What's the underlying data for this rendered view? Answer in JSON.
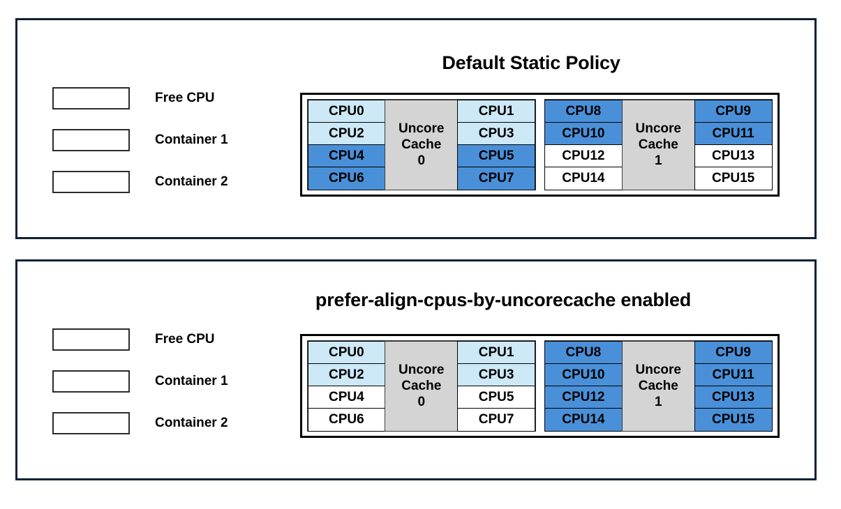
{
  "legend": {
    "items": [
      {
        "label": "Free CPU",
        "style": "free",
        "color": "#ffffff"
      },
      {
        "label": "Container 1",
        "style": "c1",
        "color": "#cde8f6"
      },
      {
        "label": "Container 2",
        "style": "c2",
        "color": "#4a90d9"
      }
    ]
  },
  "panels": [
    {
      "id": "panel-top",
      "title": "Default Static Policy",
      "groups": [
        {
          "uncore": {
            "line1": "Uncore",
            "line2": "Cache",
            "line3": "0"
          },
          "left_column": [
            {
              "label": "CPU0",
              "style": "c1"
            },
            {
              "label": "CPU2",
              "style": "c1"
            },
            {
              "label": "CPU4",
              "style": "c2"
            },
            {
              "label": "CPU6",
              "style": "c2"
            }
          ],
          "right_column": [
            {
              "label": "CPU1",
              "style": "c1"
            },
            {
              "label": "CPU3",
              "style": "c1"
            },
            {
              "label": "CPU5",
              "style": "c2"
            },
            {
              "label": "CPU7",
              "style": "c2"
            }
          ]
        },
        {
          "uncore": {
            "line1": "Uncore",
            "line2": "Cache",
            "line3": "1"
          },
          "left_column": [
            {
              "label": "CPU8",
              "style": "c2"
            },
            {
              "label": "CPU10",
              "style": "c2"
            },
            {
              "label": "CPU12",
              "style": "free"
            },
            {
              "label": "CPU14",
              "style": "free"
            }
          ],
          "right_column": [
            {
              "label": "CPU9",
              "style": "c2"
            },
            {
              "label": "CPU11",
              "style": "c2"
            },
            {
              "label": "CPU13",
              "style": "free"
            },
            {
              "label": "CPU15",
              "style": "free"
            }
          ]
        }
      ]
    },
    {
      "id": "panel-bottom",
      "title": "prefer-align-cpus-by-uncorecache enabled",
      "groups": [
        {
          "uncore": {
            "line1": "Uncore",
            "line2": "Cache",
            "line3": "0"
          },
          "left_column": [
            {
              "label": "CPU0",
              "style": "c1"
            },
            {
              "label": "CPU2",
              "style": "c1"
            },
            {
              "label": "CPU4",
              "style": "free"
            },
            {
              "label": "CPU6",
              "style": "free"
            }
          ],
          "right_column": [
            {
              "label": "CPU1",
              "style": "c1"
            },
            {
              "label": "CPU3",
              "style": "c1"
            },
            {
              "label": "CPU5",
              "style": "free"
            },
            {
              "label": "CPU7",
              "style": "free"
            }
          ]
        },
        {
          "uncore": {
            "line1": "Uncore",
            "line2": "Cache",
            "line3": "1"
          },
          "left_column": [
            {
              "label": "CPU8",
              "style": "c2"
            },
            {
              "label": "CPU10",
              "style": "c2"
            },
            {
              "label": "CPU12",
              "style": "c2"
            },
            {
              "label": "CPU14",
              "style": "c2"
            }
          ],
          "right_column": [
            {
              "label": "CPU9",
              "style": "c2"
            },
            {
              "label": "CPU11",
              "style": "c2"
            },
            {
              "label": "CPU13",
              "style": "c2"
            },
            {
              "label": "CPU15",
              "style": "c2"
            }
          ]
        }
      ]
    }
  ]
}
